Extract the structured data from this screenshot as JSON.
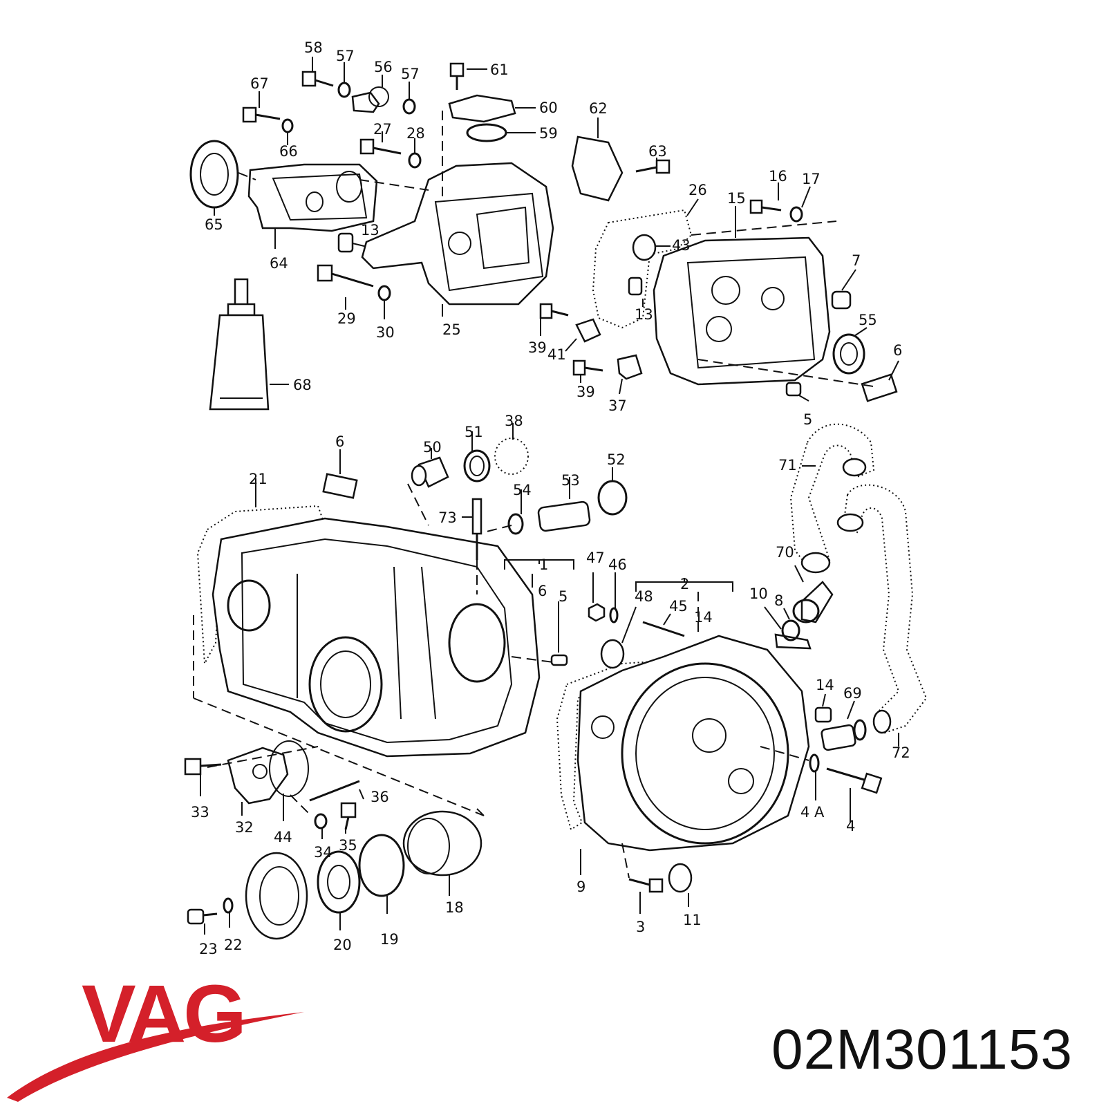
{
  "brand": {
    "name": "VAG",
    "color": "#d4202a"
  },
  "part_number": "02M301153",
  "callouts": [
    {
      "id": "c58",
      "label": "58"
    },
    {
      "id": "c57a",
      "label": "57"
    },
    {
      "id": "c56",
      "label": "56"
    },
    {
      "id": "c57b",
      "label": "57"
    },
    {
      "id": "c61",
      "label": "61"
    },
    {
      "id": "c67",
      "label": "67"
    },
    {
      "id": "c60",
      "label": "60"
    },
    {
      "id": "c62",
      "label": "62"
    },
    {
      "id": "c27",
      "label": "27"
    },
    {
      "id": "c28",
      "label": "28"
    },
    {
      "id": "c59",
      "label": "59"
    },
    {
      "id": "c66",
      "label": "66"
    },
    {
      "id": "c63",
      "label": "63"
    },
    {
      "id": "c26",
      "label": "26"
    },
    {
      "id": "c16",
      "label": "16"
    },
    {
      "id": "c17",
      "label": "17"
    },
    {
      "id": "c15",
      "label": "15"
    },
    {
      "id": "c65",
      "label": "65"
    },
    {
      "id": "c13a",
      "label": "13"
    },
    {
      "id": "c43",
      "label": "43"
    },
    {
      "id": "c64",
      "label": "64"
    },
    {
      "id": "c7",
      "label": "7"
    },
    {
      "id": "c13b",
      "label": "13"
    },
    {
      "id": "c29",
      "label": "29"
    },
    {
      "id": "c30",
      "label": "30"
    },
    {
      "id": "c25",
      "label": "25"
    },
    {
      "id": "c55",
      "label": "55"
    },
    {
      "id": "c39a",
      "label": "39"
    },
    {
      "id": "c41",
      "label": "41"
    },
    {
      "id": "c6a",
      "label": "6"
    },
    {
      "id": "c68",
      "label": "68"
    },
    {
      "id": "c39b",
      "label": "39"
    },
    {
      "id": "c37",
      "label": "37"
    },
    {
      "id": "c5a",
      "label": "5"
    },
    {
      "id": "c38",
      "label": "38"
    },
    {
      "id": "c51",
      "label": "51"
    },
    {
      "id": "c50",
      "label": "50"
    },
    {
      "id": "c6b",
      "label": "6"
    },
    {
      "id": "c71",
      "label": "71"
    },
    {
      "id": "c52",
      "label": "52"
    },
    {
      "id": "c21",
      "label": "21"
    },
    {
      "id": "c53",
      "label": "53"
    },
    {
      "id": "c54",
      "label": "54"
    },
    {
      "id": "c73",
      "label": "73"
    },
    {
      "id": "c70",
      "label": "70"
    },
    {
      "id": "c47",
      "label": "47"
    },
    {
      "id": "c46",
      "label": "46"
    },
    {
      "id": "c1",
      "label": "1"
    },
    {
      "id": "c6c",
      "label": "6"
    },
    {
      "id": "c5b",
      "label": "5"
    },
    {
      "id": "c2",
      "label": "2"
    },
    {
      "id": "c48",
      "label": "48"
    },
    {
      "id": "c45",
      "label": "45"
    },
    {
      "id": "c14a",
      "label": "14"
    },
    {
      "id": "c10",
      "label": "10"
    },
    {
      "id": "c8",
      "label": "8"
    },
    {
      "id": "c14b",
      "label": "14"
    },
    {
      "id": "c69",
      "label": "69"
    },
    {
      "id": "c72",
      "label": "72"
    },
    {
      "id": "c36",
      "label": "36"
    },
    {
      "id": "c33",
      "label": "33"
    },
    {
      "id": "c32",
      "label": "32"
    },
    {
      "id": "c44",
      "label": "44"
    },
    {
      "id": "c34",
      "label": "34"
    },
    {
      "id": "c35",
      "label": "35"
    },
    {
      "id": "c4A",
      "label": "4 A"
    },
    {
      "id": "c4",
      "label": "4"
    },
    {
      "id": "c9",
      "label": "9"
    },
    {
      "id": "c18",
      "label": "18"
    },
    {
      "id": "c11",
      "label": "11"
    },
    {
      "id": "c3",
      "label": "3"
    },
    {
      "id": "c23",
      "label": "23"
    },
    {
      "id": "c22",
      "label": "22"
    },
    {
      "id": "c20",
      "label": "20"
    },
    {
      "id": "c19",
      "label": "19"
    }
  ]
}
